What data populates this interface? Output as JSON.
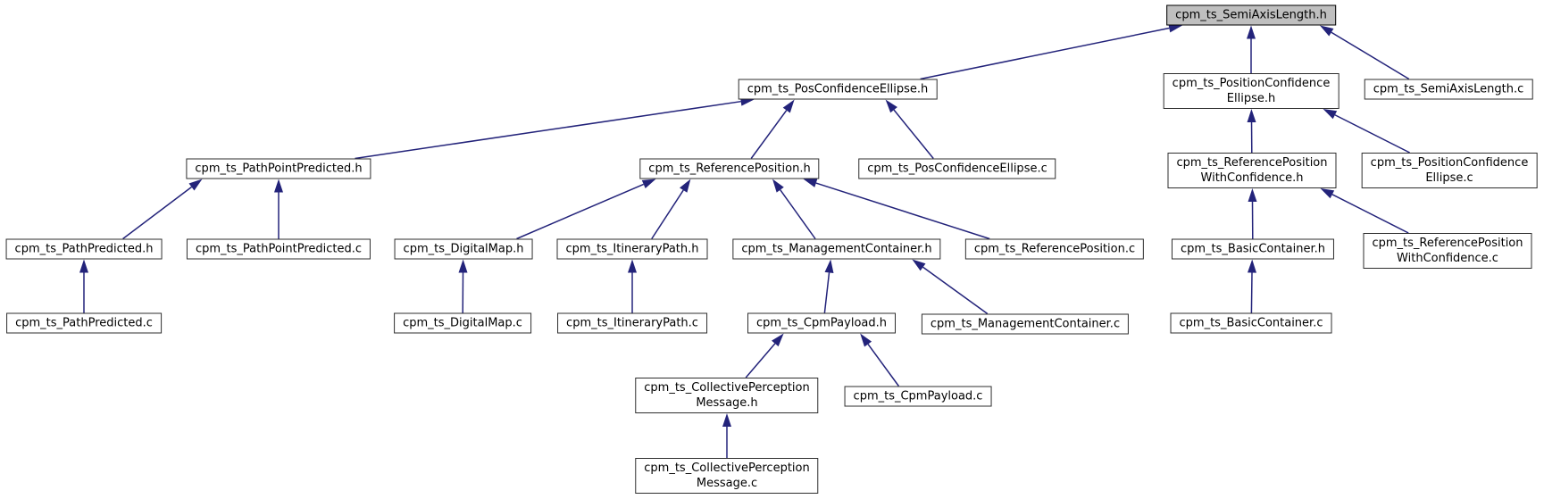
{
  "diagram": {
    "kind": "include-dependency-graph",
    "edge_color": "#23237a",
    "highlight_fill": "#bfbfbf",
    "node_fill": "#ffffff",
    "node_border": "#2e2e2e",
    "nodes": [
      {
        "id": "semiaxislength_h",
        "label": "cpm_ts_SemiAxisLength.h",
        "highlighted": true
      },
      {
        "id": "posconfellipse_h",
        "label": "cpm_ts_PosConfidenceEllipse.h",
        "highlighted": false
      },
      {
        "id": "positionconfellipse_h",
        "label": "cpm_ts_PositionConfidence\nEllipse.h",
        "highlighted": false
      },
      {
        "id": "semiaxislength_c",
        "label": "cpm_ts_SemiAxisLength.c",
        "highlighted": false
      },
      {
        "id": "pathpointpredicted_h",
        "label": "cpm_ts_PathPointPredicted.h",
        "highlighted": false
      },
      {
        "id": "referenceposition_h",
        "label": "cpm_ts_ReferencePosition.h",
        "highlighted": false
      },
      {
        "id": "posconfellipse_c",
        "label": "cpm_ts_PosConfidenceEllipse.c",
        "highlighted": false
      },
      {
        "id": "refposwithconf_h",
        "label": "cpm_ts_ReferencePosition\nWithConfidence.h",
        "highlighted": false
      },
      {
        "id": "positionconfellipse_c",
        "label": "cpm_ts_PositionConfidence\nEllipse.c",
        "highlighted": false
      },
      {
        "id": "pathpredicted_h",
        "label": "cpm_ts_PathPredicted.h",
        "highlighted": false
      },
      {
        "id": "pathpointpredicted_c",
        "label": "cpm_ts_PathPointPredicted.c",
        "highlighted": false
      },
      {
        "id": "digitalmap_h",
        "label": "cpm_ts_DigitalMap.h",
        "highlighted": false
      },
      {
        "id": "itinerarypath_h",
        "label": "cpm_ts_ItineraryPath.h",
        "highlighted": false
      },
      {
        "id": "managementcontainer_h",
        "label": "cpm_ts_ManagementContainer.h",
        "highlighted": false
      },
      {
        "id": "referenceposition_c",
        "label": "cpm_ts_ReferencePosition.c",
        "highlighted": false
      },
      {
        "id": "basiccontainer_h",
        "label": "cpm_ts_BasicContainer.h",
        "highlighted": false
      },
      {
        "id": "refposwithconf_c",
        "label": "cpm_ts_ReferencePosition\nWithConfidence.c",
        "highlighted": false
      },
      {
        "id": "pathpredicted_c",
        "label": "cpm_ts_PathPredicted.c",
        "highlighted": false
      },
      {
        "id": "digitalmap_c",
        "label": "cpm_ts_DigitalMap.c",
        "highlighted": false
      },
      {
        "id": "itinerarypath_c",
        "label": "cpm_ts_ItineraryPath.c",
        "highlighted": false
      },
      {
        "id": "cpmpayload_h",
        "label": "cpm_ts_CpmPayload.h",
        "highlighted": false
      },
      {
        "id": "managementcontainer_c",
        "label": "cpm_ts_ManagementContainer.c",
        "highlighted": false
      },
      {
        "id": "basiccontainer_c",
        "label": "cpm_ts_BasicContainer.c",
        "highlighted": false
      },
      {
        "id": "collectivemsg_h",
        "label": "cpm_ts_CollectivePerception\nMessage.h",
        "highlighted": false
      },
      {
        "id": "cpmpayload_c",
        "label": "cpm_ts_CpmPayload.c",
        "highlighted": false
      },
      {
        "id": "collectivemsg_c",
        "label": "cpm_ts_CollectivePerception\nMessage.c",
        "highlighted": false
      }
    ],
    "edges": [
      {
        "from": "posconfellipse_h",
        "to": "semiaxislength_h"
      },
      {
        "from": "positionconfellipse_h",
        "to": "semiaxislength_h"
      },
      {
        "from": "semiaxislength_c",
        "to": "semiaxislength_h"
      },
      {
        "from": "pathpointpredicted_h",
        "to": "posconfellipse_h"
      },
      {
        "from": "referenceposition_h",
        "to": "posconfellipse_h"
      },
      {
        "from": "posconfellipse_c",
        "to": "posconfellipse_h"
      },
      {
        "from": "refposwithconf_h",
        "to": "positionconfellipse_h"
      },
      {
        "from": "positionconfellipse_c",
        "to": "positionconfellipse_h"
      },
      {
        "from": "pathpredicted_h",
        "to": "pathpointpredicted_h"
      },
      {
        "from": "pathpointpredicted_c",
        "to": "pathpointpredicted_h"
      },
      {
        "from": "pathpredicted_c",
        "to": "pathpredicted_h"
      },
      {
        "from": "digitalmap_h",
        "to": "referenceposition_h"
      },
      {
        "from": "itinerarypath_h",
        "to": "referenceposition_h"
      },
      {
        "from": "managementcontainer_h",
        "to": "referenceposition_h"
      },
      {
        "from": "referenceposition_c",
        "to": "referenceposition_h"
      },
      {
        "from": "digitalmap_c",
        "to": "digitalmap_h"
      },
      {
        "from": "itinerarypath_c",
        "to": "itinerarypath_h"
      },
      {
        "from": "cpmpayload_h",
        "to": "managementcontainer_h"
      },
      {
        "from": "managementcontainer_c",
        "to": "managementcontainer_h"
      },
      {
        "from": "basiccontainer_h",
        "to": "refposwithconf_h"
      },
      {
        "from": "refposwithconf_c",
        "to": "refposwithconf_h"
      },
      {
        "from": "basiccontainer_c",
        "to": "basiccontainer_h"
      },
      {
        "from": "collectivemsg_h",
        "to": "cpmpayload_h"
      },
      {
        "from": "cpmpayload_c",
        "to": "cpmpayload_h"
      },
      {
        "from": "collectivemsg_c",
        "to": "collectivemsg_h"
      }
    ]
  }
}
